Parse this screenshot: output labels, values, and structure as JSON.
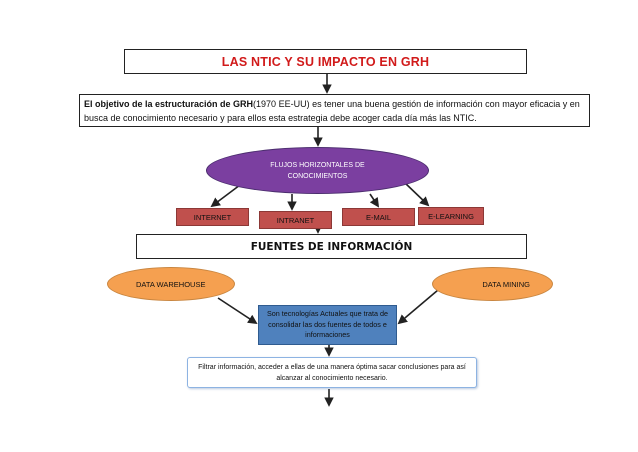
{
  "title": "LAS NTIC Y SU IMPACTO EN GRH",
  "objective": {
    "bold_part": "El objetivo de la estructuración de GRH",
    "rest": "(1970 EE-UU) es tener una buena gestión de información con mayor eficacia y en busca de conocimiento necesario y para ellos esta estrategia debe acoger cada día más las NTIC."
  },
  "ellipse": "FLUJOS HORIZONTALES DE CONOCIMIENTOS",
  "channels": {
    "internet": "INTERNET",
    "intranet": "INTRANET",
    "email": "E-MAIL",
    "elearning": "E-LEARNING"
  },
  "sources": "FUENTES DE INFORMACIÓN",
  "left_source": "DATA WAREHOUSE",
  "right_source": "DATA MINING",
  "technologies": "Son tecnologías Actuales que trata de consolidar las dos fuentes de todos e informaciones",
  "result": "Filtrar información, acceder a ellas de una manera óptima sacar conclusiones para así alcanzar al conocimiento necesario.",
  "colors": {
    "title_text": "#d11a1a",
    "ellipse": "#7b3fa0",
    "channel_boxes": "#c0504d",
    "source_ellipses": "#f5a050",
    "technology_box": "#4f81bd",
    "result_border": "#8db3e2"
  }
}
